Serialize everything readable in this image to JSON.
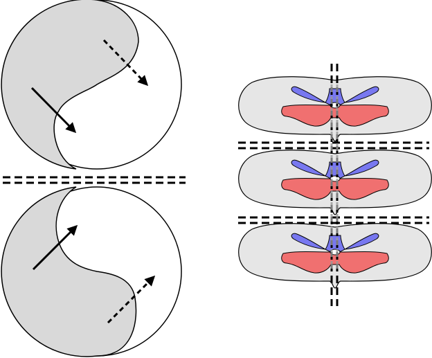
{
  "colors": {
    "background": "#ffffff",
    "outline": "#000000",
    "shaded_half": "#d9d9d9",
    "cord_matter": "#e6e6e6",
    "dorsal_horn": "#7878f0",
    "ventral_horn": "#f07070",
    "midline_overlay": "#9a9a9a",
    "central_canal": "#ffffff"
  },
  "circles": [
    {
      "name": "top-circle",
      "shaded_side": "left",
      "arrows": [
        {
          "style": "solid"
        },
        {
          "style": "dashed"
        }
      ]
    },
    {
      "name": "bottom-circle",
      "shaded_side": "left",
      "arrows": [
        {
          "style": "solid"
        },
        {
          "style": "dashed"
        }
      ]
    }
  ],
  "cross_sections": [
    {
      "name": "cross-section-1"
    },
    {
      "name": "cross-section-2"
    },
    {
      "name": "cross-section-3"
    }
  ],
  "cut_lines": {
    "left_horizontal": 1,
    "right_horizontal": 2,
    "right_vertical": 1,
    "style": "double-dashed"
  }
}
